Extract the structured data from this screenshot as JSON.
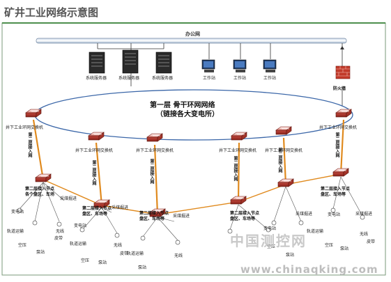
{
  "title": "矿井工业网络示意图",
  "office_bus": "办公网",
  "servers": [
    "系统服务器",
    "系统服务器",
    "系统服务器"
  ],
  "workstations": [
    "工作站",
    "工作站",
    "工作站"
  ],
  "firewall": "防火墙",
  "backbone": {
    "line1": "第一层  骨干环网网络",
    "line2": "（链接各大变电所）"
  },
  "ring_switch": "井下工业环网交换机",
  "access_vertical": "第二层接入网",
  "access_nodes": {
    "a1": "第二层接入节点\n各个盘区、车场",
    "a2": "第二层接入节点\n盘区、车场等",
    "a3": "第二层接入节点\n盘区、车场等",
    "a4": "第二层接入节点\n盘区、车场等",
    "a5": "第二层接入节点\n盘区、车场等"
  },
  "devices": {
    "substation": "变电站",
    "wireless": "无线",
    "phone": "皮带",
    "rail": "轨道运输",
    "air": "空压",
    "pump": "泵站",
    "coal": "采煤掘进",
    "belt": "皮带"
  },
  "watermark": {
    "cn": "中国测控网",
    "url": "www.chinaqking.com"
  }
}
